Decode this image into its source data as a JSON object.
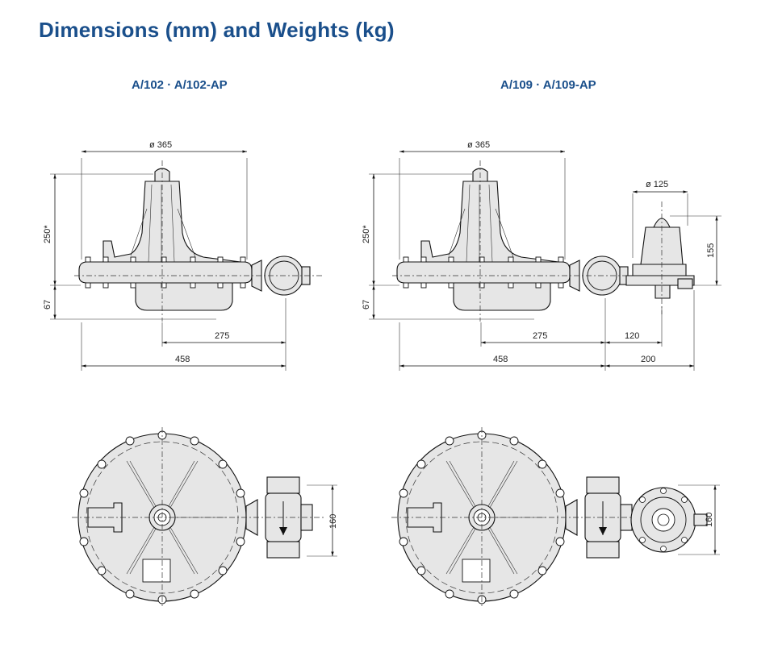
{
  "page": {
    "title": "Dimensions (mm) and Weights (kg)"
  },
  "left_model": {
    "name": "A/102 · A/102-AP",
    "dims": {
      "diameter": "ø 365",
      "height_top": "250*",
      "height_bottom": "67",
      "dim_275": "275",
      "dim_458": "458",
      "plan_160": "160"
    }
  },
  "right_model": {
    "name": "A/109 · A/109-AP",
    "dims": {
      "diameter": "ø 365",
      "pilot_diameter": "ø 125",
      "height_top": "250*",
      "height_bottom": "67",
      "pilot_height": "155",
      "dim_275": "275",
      "dim_120": "120",
      "dim_458": "458",
      "dim_200": "200",
      "plan_160": "160"
    }
  },
  "colors": {
    "heading": "#1a4f8b",
    "body_fill": "#e6e6e6",
    "line": "#111111"
  }
}
